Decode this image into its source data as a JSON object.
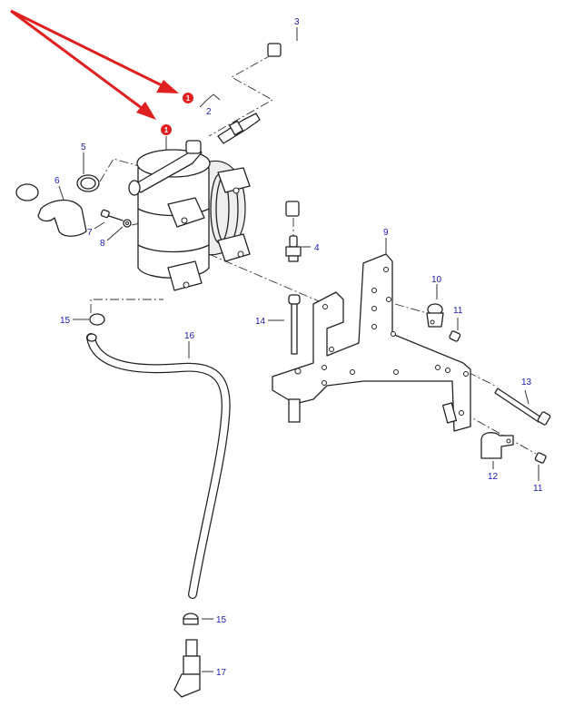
{
  "diagram": {
    "callouts": [
      {
        "id": "c1",
        "text": "1"
      },
      {
        "id": "c2",
        "text": "2"
      },
      {
        "id": "c3",
        "text": "3"
      },
      {
        "id": "c4",
        "text": "4"
      },
      {
        "id": "c5",
        "text": "5"
      },
      {
        "id": "c6",
        "text": "6"
      },
      {
        "id": "c7",
        "text": "7"
      },
      {
        "id": "c8",
        "text": "8"
      },
      {
        "id": "c9",
        "text": "9"
      },
      {
        "id": "c10",
        "text": "10"
      },
      {
        "id": "c11a",
        "text": "11"
      },
      {
        "id": "c11b",
        "text": "11"
      },
      {
        "id": "c12",
        "text": "12"
      },
      {
        "id": "c13",
        "text": "13"
      },
      {
        "id": "c14",
        "text": "14"
      },
      {
        "id": "c15a",
        "text": "15"
      },
      {
        "id": "c15b",
        "text": "15"
      },
      {
        "id": "c16",
        "text": "16"
      },
      {
        "id": "c17",
        "text": "17"
      }
    ],
    "highlight_badges": [
      "1",
      "1"
    ],
    "colors": {
      "callout": "#1a1ab8",
      "highlight": "#e02020",
      "line": "#222222"
    }
  }
}
